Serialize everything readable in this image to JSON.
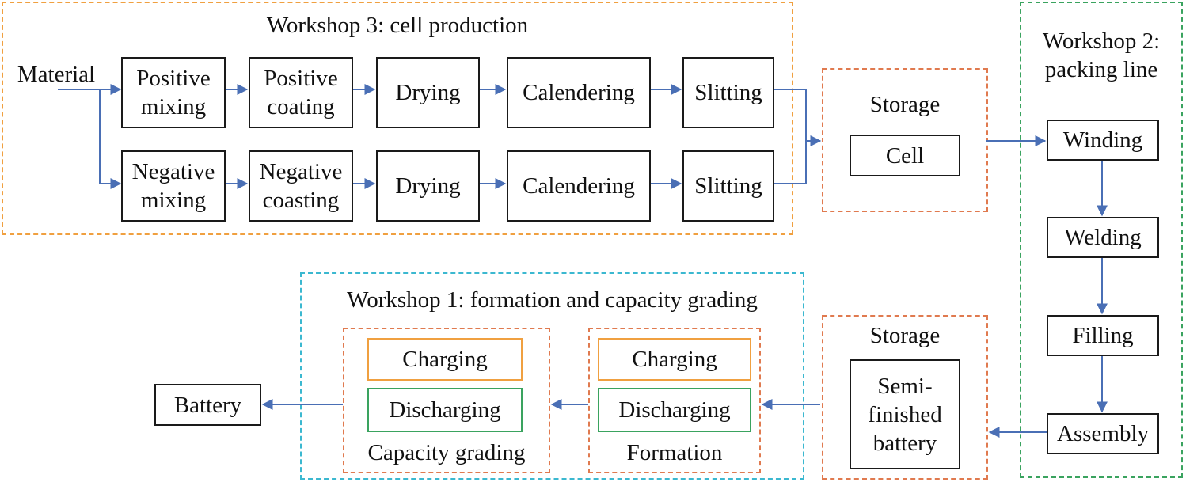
{
  "workshop3": {
    "title": "Workshop 3: cell production",
    "input": "Material",
    "positive_row": [
      "Positive\nmixing",
      "Positive\ncoating",
      "Drying",
      "Calendering",
      "Slitting"
    ],
    "negative_row": [
      "Negative\nmixing",
      "Negative\ncoasting",
      "Drying",
      "Calendering",
      "Slitting"
    ]
  },
  "storage_cell": {
    "title": "Storage",
    "item": "Cell"
  },
  "workshop2": {
    "title": "Workshop 2:\npacking line",
    "steps": [
      "Winding",
      "Welding",
      "Filling",
      "Assembly"
    ]
  },
  "storage_semi": {
    "title": "Storage",
    "item": "Semi-\nfinished\nbattery"
  },
  "workshop1": {
    "title": "Workshop 1: formation and capacity grading",
    "formation": {
      "label": "Formation",
      "charging": "Charging",
      "discharging": "Discharging"
    },
    "capacity_grading": {
      "label": "Capacity grading",
      "charging": "Charging",
      "discharging": "Discharging"
    }
  },
  "output": "Battery",
  "colors": {
    "workshop3_border": "#f0a040",
    "workshop2_border": "#3aa35f",
    "workshop1_border": "#3bb8d0",
    "storage_border": "#e07a4f",
    "arrow": "#4a6fb5",
    "charging_border": "#f0a040",
    "discharging_border": "#3aa35f"
  }
}
